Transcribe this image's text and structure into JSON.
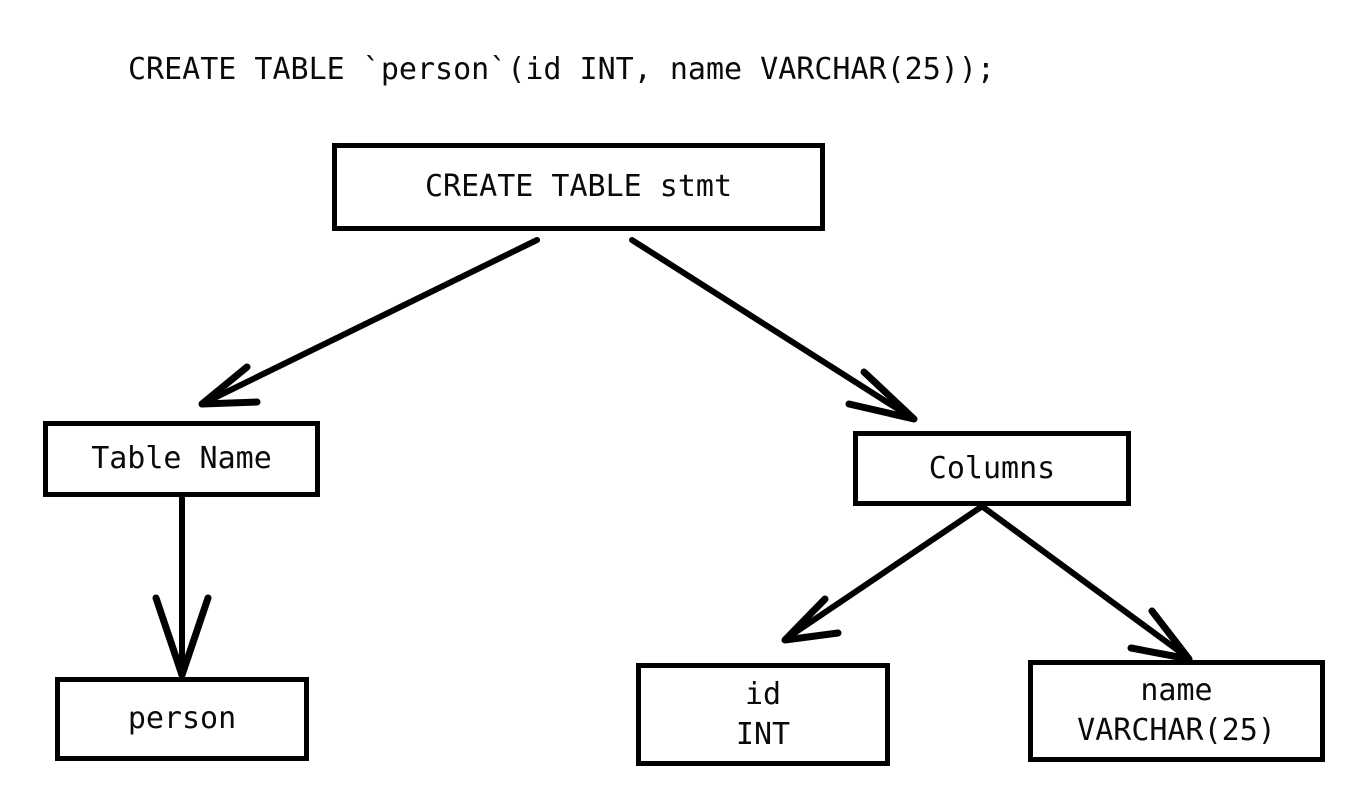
{
  "diagram": {
    "title_caption": "CREATE TABLE `person`(id INT, name VARCHAR(25));",
    "stroke_color": "#000000",
    "background_color": "#ffffff",
    "text_color": "#0a0a0a",
    "nodes": [
      {
        "id": "root",
        "label": "CREATE TABLE stmt",
        "lines": [
          "CREATE TABLE stmt"
        ]
      },
      {
        "id": "tablename",
        "label": "Table Name",
        "lines": [
          "Table Name"
        ]
      },
      {
        "id": "person",
        "label": "person",
        "lines": [
          "person"
        ]
      },
      {
        "id": "columns",
        "label": "Columns",
        "lines": [
          "Columns"
        ]
      },
      {
        "id": "id",
        "label": "id INT",
        "lines": [
          "id",
          "INT"
        ]
      },
      {
        "id": "name",
        "label": "name VARCHAR(25)",
        "lines": [
          "name",
          "VARCHAR(25)"
        ]
      }
    ],
    "edges": [
      {
        "from": "root",
        "to": "tablename",
        "arrow": "open-v"
      },
      {
        "from": "root",
        "to": "columns",
        "arrow": "open-v"
      },
      {
        "from": "tablename",
        "to": "person",
        "arrow": "open-v"
      },
      {
        "from": "columns",
        "to": "id",
        "arrow": "open-v"
      },
      {
        "from": "columns",
        "to": "name",
        "arrow": "open-v"
      }
    ]
  }
}
